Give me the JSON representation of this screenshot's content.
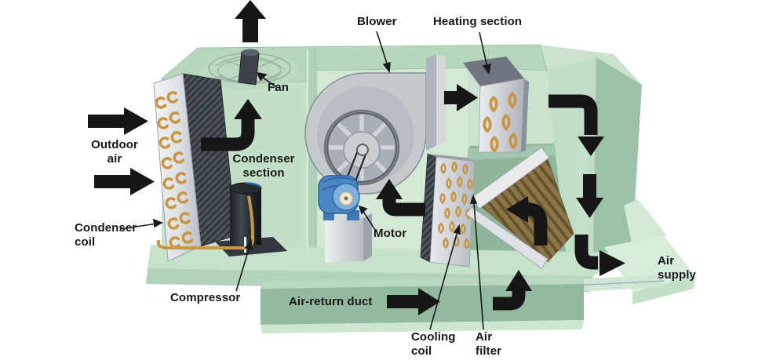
{
  "diagram": {
    "type": "hvac-packaged-unit-cutaway",
    "background": "#ffffff",
    "labels": {
      "outdoor_air": "Outdoor\nair",
      "condenser_coil": "Condenser\ncoil",
      "condenser_section": "Condenser\nsection",
      "fan": "Fan",
      "blower": "Blower",
      "heating_section": "Heating section",
      "motor": "Motor",
      "compressor": "Compressor",
      "air_return_duct": "Air-return duct",
      "cooling_coil": "Cooling\ncoil",
      "air_filter": "Air\nfilter",
      "air_supply": "Air\nsupply"
    },
    "airflow_arrows": [
      "exhaust-up-arrow",
      "outdoor-air-upper-arrow",
      "outdoor-air-lower-arrow",
      "condenser-up-elbow-arrow",
      "blower-to-heating-arrow",
      "return-to-blower-elbow-arrow",
      "heating-to-supply-elbow-arrow",
      "supply-down-arrow",
      "supply-out-elbow-arrow",
      "air-return-arrow",
      "return-up-elbow-arrow",
      "filter-inlet-elbow-arrow"
    ],
    "leader_lines": [
      "fan",
      "blower",
      "heating_section",
      "motor",
      "condenser_coil",
      "compressor",
      "cooling_coil",
      "air_filter"
    ],
    "colors": {
      "housing_light": "#cde5cf",
      "housing_mid": "#b3d4ba",
      "housing_dark": "#9cc1a5",
      "interior_shadow_green": "#8fb59a",
      "duct_green": "#93b99f",
      "arrow_black": "#161616",
      "metal_light": "#d6d9dc",
      "metal_mid": "#b6bcc2",
      "metal_dark": "#7e868e",
      "coil_tube_gold": "#c89745",
      "compressor_black": "#2b3036",
      "motor_blue": "#5b97d0",
      "filter_brown": "#8d7549",
      "label_text": "#161616"
    }
  }
}
